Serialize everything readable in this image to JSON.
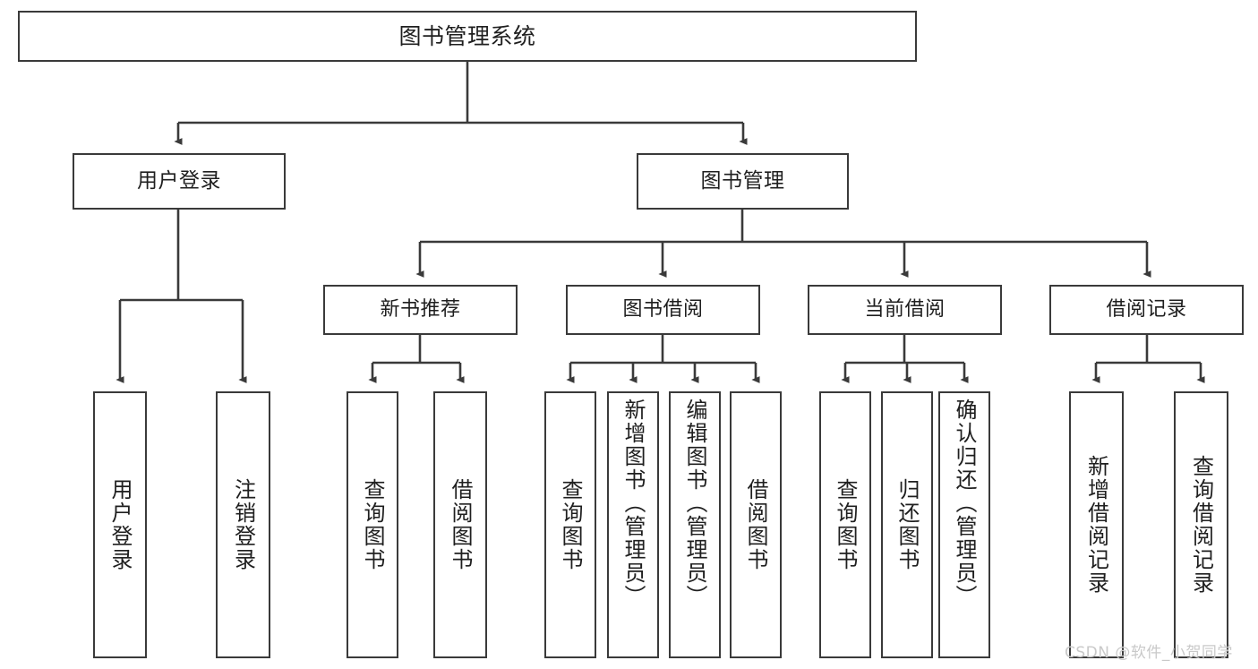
{
  "diagram": {
    "type": "tree-hierarchy",
    "title": "图书管理系统",
    "root": {
      "id": "root",
      "label": "图书管理系统"
    },
    "level1": [
      {
        "id": "login",
        "label": "用户登录"
      },
      {
        "id": "bookmgmt",
        "label": "图书管理"
      }
    ],
    "level2": [
      {
        "id": "newbook",
        "label": "新书推荐",
        "parent": "bookmgmt"
      },
      {
        "id": "borrow",
        "label": "图书借阅",
        "parent": "bookmgmt"
      },
      {
        "id": "current",
        "label": "当前借阅",
        "parent": "bookmgmt"
      },
      {
        "id": "record",
        "label": "借阅记录",
        "parent": "bookmgmt"
      }
    ],
    "leaves": [
      {
        "id": "user-login",
        "label": "用户登录",
        "parent": "login"
      },
      {
        "id": "user-logout",
        "label": "注销登录",
        "parent": "login"
      },
      {
        "id": "new-query",
        "label": "查询图书",
        "parent": "newbook"
      },
      {
        "id": "new-borrow",
        "label": "借阅图书",
        "parent": "newbook"
      },
      {
        "id": "borrow-query",
        "label": "查询图书",
        "parent": "borrow"
      },
      {
        "id": "borrow-add",
        "label": "新增图书（管理员）",
        "parent": "borrow"
      },
      {
        "id": "borrow-edit",
        "label": "编辑图书（管理员）",
        "parent": "borrow"
      },
      {
        "id": "borrow-lend",
        "label": "借阅图书",
        "parent": "borrow"
      },
      {
        "id": "cur-query",
        "label": "查询图书",
        "parent": "current"
      },
      {
        "id": "cur-return",
        "label": "归还图书",
        "parent": "current"
      },
      {
        "id": "cur-confirm",
        "label": "确认归还（管理员）",
        "parent": "current"
      },
      {
        "id": "rec-add",
        "label": "新增借阅记录",
        "parent": "record"
      },
      {
        "id": "rec-query",
        "label": "查询借阅记录",
        "parent": "record"
      }
    ]
  },
  "watermark": {
    "text": "CSDN @软件_小贺同学"
  },
  "colors": {
    "line": "#3a3a3a",
    "box_border": "#3a3a3a",
    "box_fill": "#ffffff",
    "text": "#1f1f1f",
    "watermark": "#c9c9c9",
    "background": "#ffffff"
  }
}
